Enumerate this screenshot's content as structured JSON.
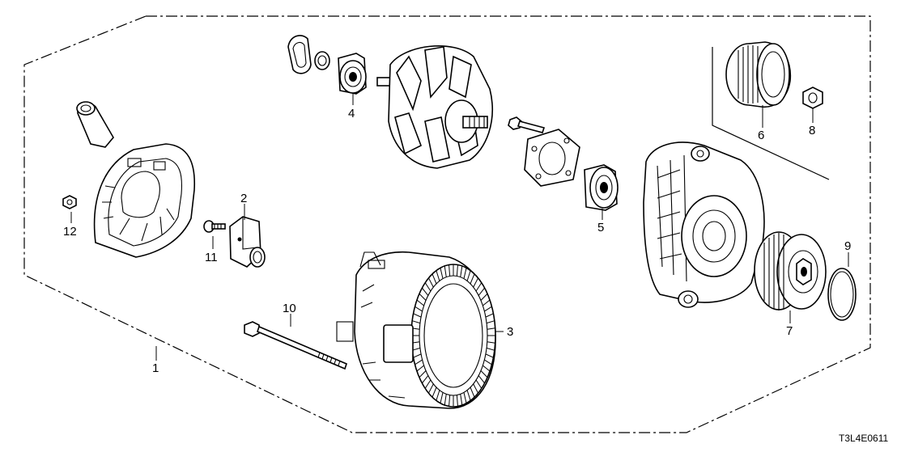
{
  "diagram_code": "T3L4E0611",
  "callouts": [
    "1",
    "2",
    "3",
    "4",
    "5",
    "6",
    "7",
    "8",
    "9",
    "10",
    "11",
    "12"
  ],
  "colors": {
    "line": "#000000",
    "background": "#ffffff"
  }
}
